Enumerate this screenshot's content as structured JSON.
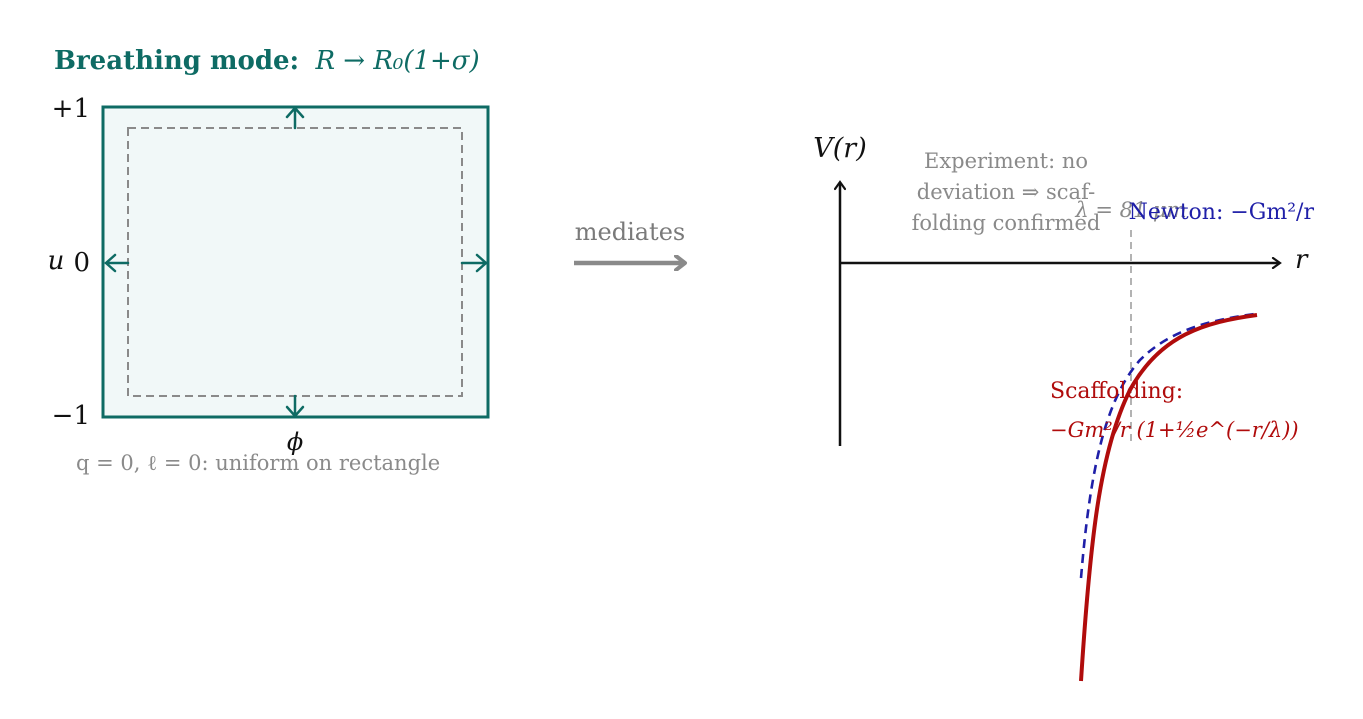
{
  "colors": {
    "teal": "#0e6b64",
    "teal_fill": "#f1f8f8",
    "gray": "#8a8a8a",
    "dark_gray": "#7a7a7a",
    "navy": "#1f1fa8",
    "red": "#b00c0c",
    "black": "#111111"
  },
  "left_panel": {
    "title_bold": "Breathing mode:",
    "title_math": "R → R₀(1+σ)",
    "y_plus": "+1",
    "y_zero": "0",
    "y_minus": "−1",
    "u_label": "u",
    "phi_label": "ϕ",
    "caption": "q = 0, ℓ = 0: uniform on rectangle"
  },
  "mediator": {
    "label": "mediates"
  },
  "right_panel": {
    "v_axis_label": "V(r)",
    "r_axis_label": "r",
    "experiment_note": [
      "Experiment: no",
      "deviation ⇒ scaf-",
      "folding confirmed"
    ],
    "lambda_label": "λ = 81 μm",
    "newton_label": "Newton: −Gm²/r",
    "scaffolding_label": "Scaffolding:",
    "scaffolding_formula": "−Gm²/r (1+½e^(−r/λ))"
  }
}
